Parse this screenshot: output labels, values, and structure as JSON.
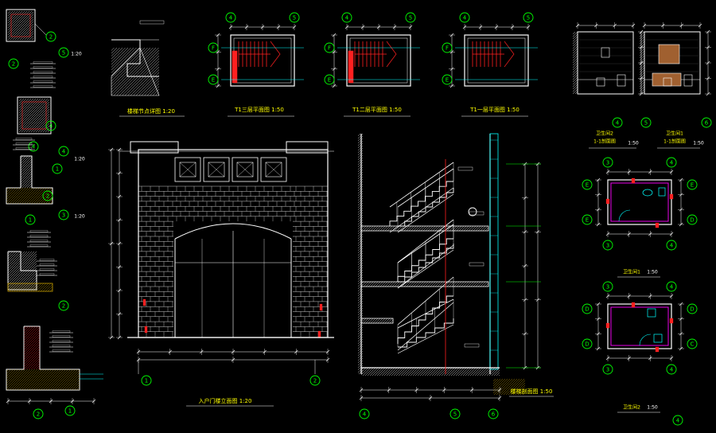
{
  "colors": {
    "background": "#000000",
    "line": "#ffffff",
    "axis": "#00ff00",
    "dimension": "#00ffff",
    "cut": "#ff2020",
    "highlight": "#ff00ff",
    "label": "#ffff00",
    "wood": "#a06030"
  },
  "axes": {
    "left_column": [
      "5",
      "2",
      "4",
      "4",
      "4",
      "1",
      "3",
      "2",
      "2",
      "1"
    ],
    "plan_top": [
      "4",
      "5"
    ],
    "plan_mid": [
      "4",
      "5"
    ],
    "plan_right": [
      "4",
      "5"
    ],
    "plan_rows": [
      "F",
      "E"
    ],
    "facade_bottom": [
      "1",
      "2"
    ],
    "section_bottom": [
      "4",
      "5",
      "6"
    ],
    "toilet1_cols": [
      "3",
      "4"
    ],
    "toilet1_rows": [
      "E",
      "D"
    ],
    "toilet2_cols": [
      "3",
      "4"
    ],
    "toilet2_rows": [
      "D",
      "C"
    ],
    "toilet_elev_bottom": [
      "4",
      "5",
      "6"
    ]
  },
  "scales": {
    "s1": "1:20",
    "s2": "1:20",
    "s3": "1:20",
    "s4": "1:50",
    "s5": "1:50",
    "s6": "1:50"
  },
  "titles": {
    "detail": "楼梯节点详图 1:20",
    "plan3": "T1三层平面图 1:50",
    "plan2": "T1二层平面图 1:50",
    "plan1": "T1一层平面图 1:50",
    "facade": "入户门楼立面图 1:20",
    "section": "楼梯剖面图 1:50",
    "toilet_elev_a": "卫生间2",
    "toilet_elev_a2": "1-1剖面图",
    "toilet_elev_b": "卫生间1",
    "toilet_elev_b2": "1-1剖面图",
    "toilet1": "卫生间1",
    "toilet2": "卫生间2",
    "scale_toilet": "1:50"
  }
}
